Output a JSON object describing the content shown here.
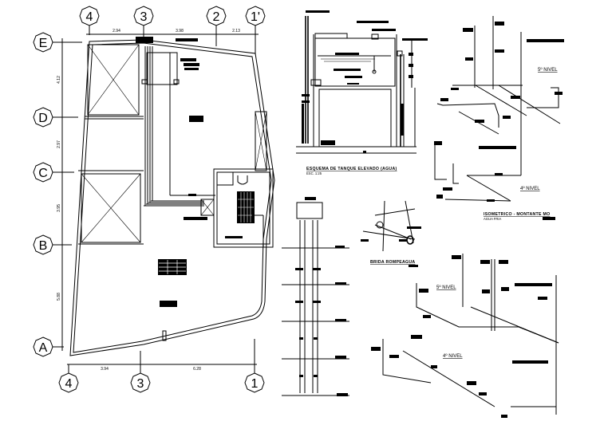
{
  "plan": {
    "top_axes": [
      {
        "label": "4"
      },
      {
        "label": "3"
      },
      {
        "label": "2"
      },
      {
        "label": "1'"
      }
    ],
    "top_dims": [
      "2.94",
      "3.98",
      "2.13"
    ],
    "left_axes": [
      {
        "label": "E"
      },
      {
        "label": "D"
      },
      {
        "label": "C"
      },
      {
        "label": "B"
      },
      {
        "label": "A"
      }
    ],
    "left_dims": [
      "4.12",
      "2.97",
      "3.95",
      "5.88"
    ],
    "bottom_axes": [
      {
        "label": "4"
      },
      {
        "label": "3"
      },
      {
        "label": "1"
      }
    ],
    "bottom_dims": [
      "3.94",
      "6.28"
    ]
  },
  "tank_section": {
    "title": "ESQUEMA DE TANQUE ELEVADO (AGUA)",
    "scale": "ESC. 1:25"
  },
  "isometric": {
    "level_5": "5º NIVEL",
    "level_4": "4º NIVEL",
    "title": "ISOMETRICO - MONTANTE MO",
    "subtitle": "AGUA FRIA"
  },
  "detail": {
    "title": "BRIDA ROMPEAGUA"
  },
  "isometric_2": {
    "level_5": "5º NIVEL",
    "level_4": "4º NIVEL"
  }
}
